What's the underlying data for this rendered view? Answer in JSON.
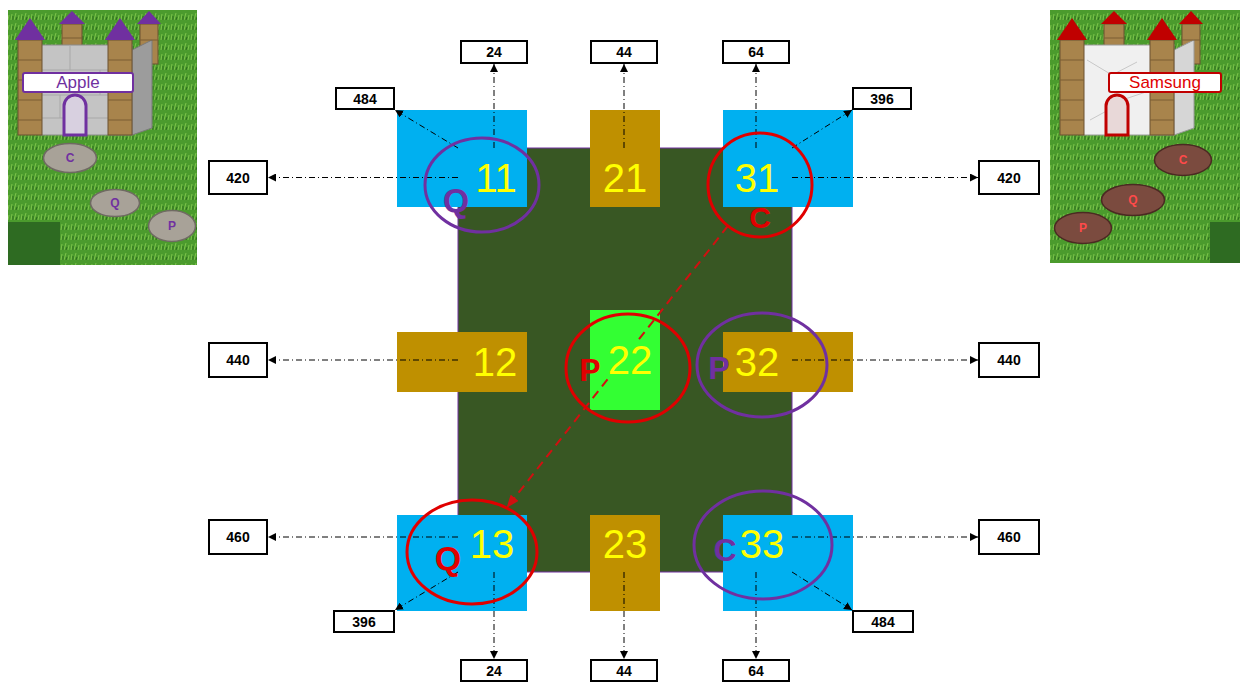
{
  "diagram": {
    "nodes": [
      {
        "text": [
          "Apple"
        ]
      },
      {
        "text": [
          "C"
        ]
      },
      {
        "text": [
          "Q"
        ]
      },
      {
        "text": [
          "P"
        ]
      },
      {
        "text": [
          "Samsung"
        ]
      },
      {
        "text": [
          "C"
        ]
      },
      {
        "text": [
          "Q"
        ]
      },
      {
        "text": [
          "P"
        ]
      },
      {
        "text": [
          "24"
        ]
      },
      {
        "text": [
          "44"
        ]
      },
      {
        "text": [
          "64"
        ]
      },
      {
        "text": [
          "484"
        ]
      },
      {
        "text": [
          "396"
        ]
      },
      {
        "text": [
          "420"
        ]
      },
      {
        "text": [
          "420"
        ]
      },
      {
        "text": [
          "440"
        ]
      },
      {
        "text": [
          "440"
        ]
      },
      {
        "text": [
          "460"
        ]
      },
      {
        "text": [
          "460"
        ]
      },
      {
        "text": [
          "396"
        ]
      },
      {
        "text": [
          "484"
        ]
      },
      {
        "text": [
          "24"
        ]
      },
      {
        "text": [
          "44"
        ]
      },
      {
        "text": [
          "64"
        ]
      },
      {
        "text": [
          "11"
        ]
      },
      {
        "text": [
          "21"
        ]
      },
      {
        "text": [
          "31"
        ]
      },
      {
        "text": [
          "12"
        ]
      },
      {
        "text": [
          "22"
        ]
      },
      {
        "text": [
          "32"
        ]
      },
      {
        "text": [
          "13"
        ]
      },
      {
        "text": [
          "23"
        ]
      },
      {
        "text": [
          "33"
        ]
      },
      {
        "text": [
          "Q"
        ]
      },
      {
        "text": [
          "C"
        ]
      },
      {
        "text": [
          "P"
        ]
      },
      {
        "text": [
          "P"
        ]
      },
      {
        "text": [
          "Q"
        ]
      },
      {
        "text": [
          "C"
        ]
      }
    ],
    "edges": [
      {
        "from": 24,
        "to": 8,
        "arrow": "to"
      },
      {
        "from": 24,
        "to": 11,
        "arrow": "to"
      },
      {
        "from": 24,
        "to": 13,
        "arrow": "to"
      },
      {
        "from": 25,
        "to": 9,
        "arrow": "to"
      },
      {
        "from": 26,
        "to": 10,
        "arrow": "to"
      },
      {
        "from": 26,
        "to": 12,
        "arrow": "to"
      },
      {
        "from": 26,
        "to": 14,
        "arrow": "to"
      },
      {
        "from": 27,
        "to": 15,
        "arrow": "to"
      },
      {
        "from": 29,
        "to": 16,
        "arrow": "to"
      },
      {
        "from": 30,
        "to": 17,
        "arrow": "to"
      },
      {
        "from": 30,
        "to": 19,
        "arrow": "to"
      },
      {
        "from": 30,
        "to": 21,
        "arrow": "to"
      },
      {
        "from": 31,
        "to": 22,
        "arrow": "to"
      },
      {
        "from": 32,
        "to": 18,
        "arrow": "to"
      },
      {
        "from": 32,
        "to": 20,
        "arrow": "to"
      },
      {
        "from": 32,
        "to": 23,
        "arrow": "to"
      },
      {
        "from": 34,
        "to": 37,
        "arrow": "to"
      }
    ]
  }
}
